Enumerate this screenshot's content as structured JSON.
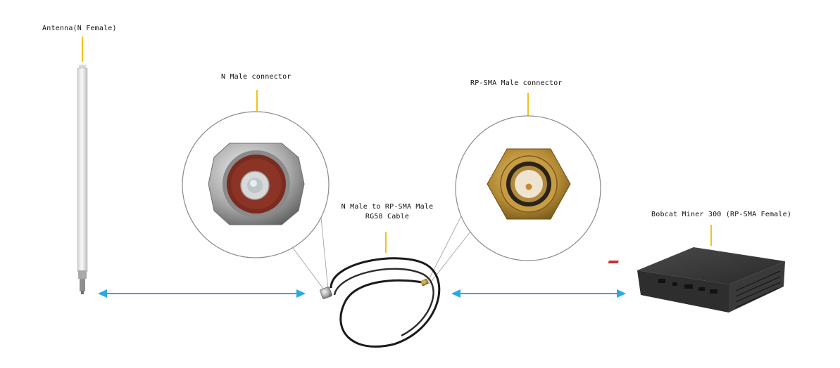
{
  "labels": {
    "antenna": "Antenna(N Female)",
    "n_male": "N Male connector",
    "rp_sma_male": "RP-SMA Male connector",
    "cable_line1": "N Male to RP-SMA Male",
    "cable_line2": "RG58 Cable",
    "miner": "Bobcat Miner 300 (RP-SMA Female)"
  },
  "colors": {
    "leader_line": "#f2c21c",
    "arrow": "#29aae1",
    "circle_border": "#8a8a8a",
    "cable": "#1a1a1a",
    "antenna_body": "#e6e6e6",
    "miner_body": "#3b3b3b",
    "miner_logo": "#c0392b"
  }
}
